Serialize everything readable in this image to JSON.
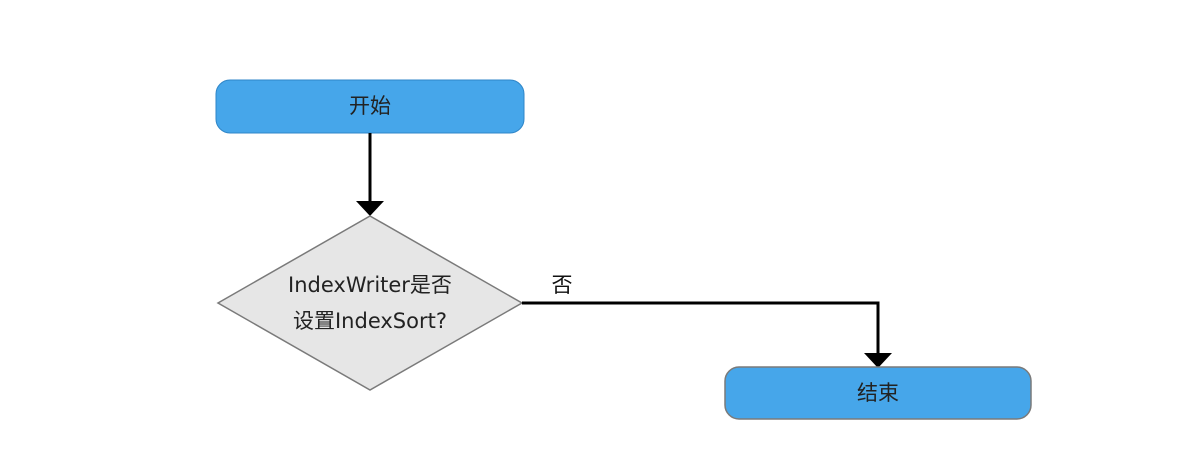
{
  "nodes": {
    "start": {
      "label": "开始"
    },
    "decision": {
      "label_line1": "IndexWriter是否",
      "label_line2": "设置IndexSort?"
    },
    "end": {
      "label": "结束"
    }
  },
  "edges": {
    "no_branch": {
      "label": "否"
    }
  },
  "colors": {
    "terminal_fill": "#46a6ea",
    "terminal_stroke": "#2f86c8",
    "decision_fill": "#e6e6e6",
    "decision_stroke": "#7a7a7a",
    "connector": "#000000"
  }
}
